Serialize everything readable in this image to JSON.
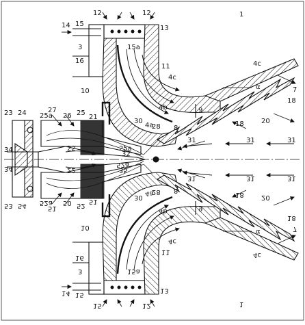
{
  "diagram": {
    "labels_upper": [
      {
        "id": "l1",
        "text": "1"
      },
      {
        "id": "l12a",
        "text": "12"
      },
      {
        "id": "l12b",
        "text": "12"
      },
      {
        "id": "l13",
        "text": "13"
      },
      {
        "id": "l14",
        "text": "14"
      },
      {
        "id": "l15",
        "text": "15"
      },
      {
        "id": "l15a",
        "text": "15a"
      },
      {
        "id": "l3",
        "text": "3"
      },
      {
        "id": "l16",
        "text": "16"
      },
      {
        "id": "l11",
        "text": "11"
      },
      {
        "id": "l4c",
        "text": "4c"
      },
      {
        "id": "l4c1",
        "text": "4c"
      },
      {
        "id": "l7",
        "text": "7"
      },
      {
        "id": "lalpha",
        "text": "α"
      },
      {
        "id": "l18a",
        "text": "18"
      },
      {
        "id": "l10",
        "text": "10"
      },
      {
        "id": "l4b",
        "text": "4b"
      },
      {
        "id": "l9",
        "text": "9"
      },
      {
        "id": "l18b",
        "text": "18"
      },
      {
        "id": "l20",
        "text": "20"
      },
      {
        "id": "l23",
        "text": "23"
      },
      {
        "id": "l24",
        "text": "24"
      },
      {
        "id": "l27",
        "text": "27"
      },
      {
        "id": "l26",
        "text": "26"
      },
      {
        "id": "l25",
        "text": "25"
      },
      {
        "id": "l21",
        "text": "21"
      },
      {
        "id": "l25a",
        "text": "25a"
      },
      {
        "id": "l30",
        "text": "30"
      },
      {
        "id": "l4a",
        "text": "4a"
      },
      {
        "id": "l28",
        "text": "28"
      },
      {
        "id": "l8",
        "text": "8"
      },
      {
        "id": "l22",
        "text": "22"
      },
      {
        "id": "l32",
        "text": "32"
      },
      {
        "id": "l25a2",
        "text": "25a"
      },
      {
        "id": "l31a",
        "text": "31"
      },
      {
        "id": "l31b",
        "text": "31"
      },
      {
        "id": "l31c",
        "text": "31"
      },
      {
        "id": "l34",
        "text": "34"
      }
    ],
    "labels_lower": [
      {
        "id": "m34",
        "text": "34"
      },
      {
        "id": "m22",
        "text": "22"
      },
      {
        "id": "m35",
        "text": "35"
      },
      {
        "id": "m52a",
        "text": "52a"
      },
      {
        "id": "m31a",
        "text": "31"
      },
      {
        "id": "m31b",
        "text": "31"
      },
      {
        "id": "m31c",
        "text": "31"
      },
      {
        "id": "m28",
        "text": "28"
      },
      {
        "id": "m8",
        "text": "8"
      },
      {
        "id": "m20",
        "text": "20"
      },
      {
        "id": "m18a",
        "text": "18"
      },
      {
        "id": "m53",
        "text": "53"
      },
      {
        "id": "m54",
        "text": "54"
      },
      {
        "id": "m52",
        "text": "52a"
      },
      {
        "id": "m51",
        "text": "51"
      },
      {
        "id": "m50",
        "text": "50"
      },
      {
        "id": "m52b",
        "text": "52"
      },
      {
        "id": "m51b",
        "text": "51"
      },
      {
        "id": "m30",
        "text": "30"
      },
      {
        "id": "m4a",
        "text": "4a"
      },
      {
        "id": "m9",
        "text": "9"
      },
      {
        "id": "m18b",
        "text": "18"
      },
      {
        "id": "m10",
        "text": "10"
      },
      {
        "id": "m4b",
        "text": "4b"
      },
      {
        "id": "m4c",
        "text": "4c"
      },
      {
        "id": "malpha",
        "text": "α"
      },
      {
        "id": "m4c1",
        "text": "4c"
      },
      {
        "id": "m7",
        "text": "7"
      },
      {
        "id": "m11",
        "text": "11"
      },
      {
        "id": "m16",
        "text": "16"
      },
      {
        "id": "m3",
        "text": "3"
      },
      {
        "id": "m15a",
        "text": "15a"
      },
      {
        "id": "m14",
        "text": "14"
      },
      {
        "id": "m15",
        "text": "15"
      },
      {
        "id": "m15b",
        "text": "15"
      },
      {
        "id": "m13",
        "text": "13"
      },
      {
        "id": "m1",
        "text": "1"
      },
      {
        "id": "m12",
        "text": "12"
      }
    ]
  }
}
